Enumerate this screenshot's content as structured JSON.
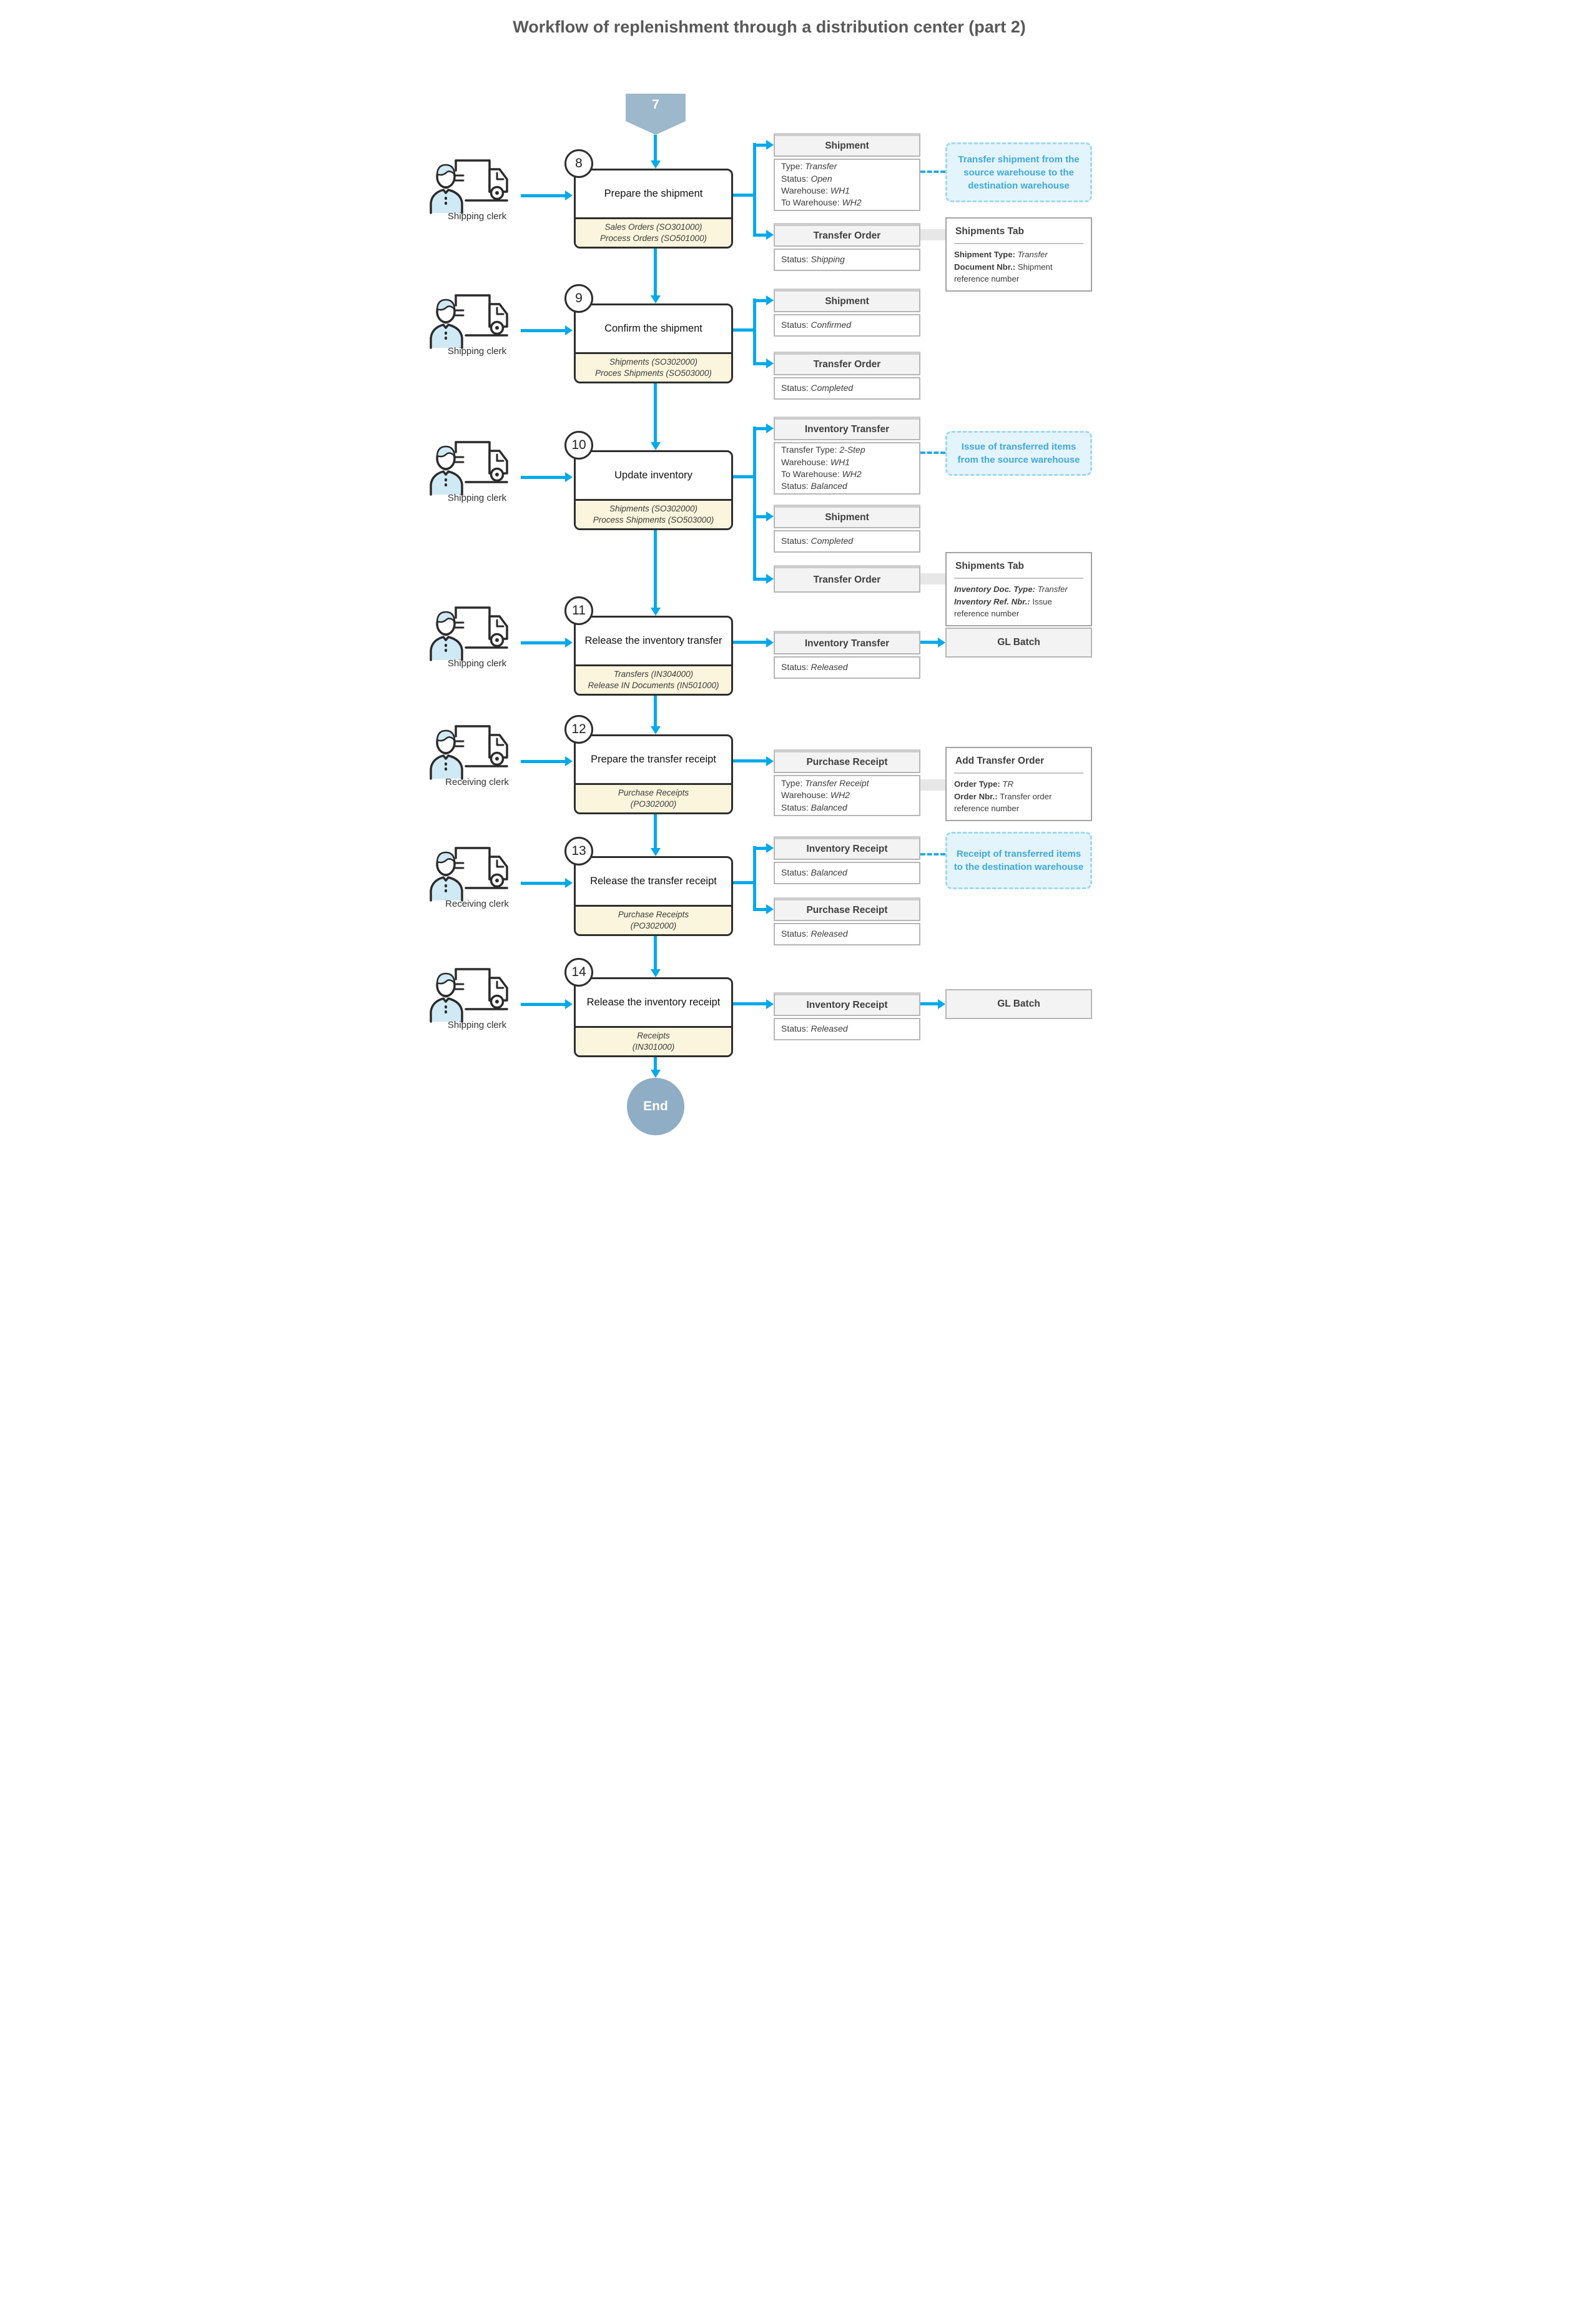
{
  "title": "Workflow of replenishment through a distribution center (part 2)",
  "flow": {
    "start_label": "7",
    "end_label": "End"
  },
  "colors": {
    "arrow": "#00a9ec",
    "dashed_connector": "#29abe2",
    "callout_text": "#3fa9dc",
    "callout_bg": "#e4f4fc",
    "start_fill": "#9cb8ca",
    "end_fill": "#8fadc4",
    "screens_bg": "#fcf5dd",
    "panel_title_bg": "#f3f3f3"
  },
  "steps": [
    {
      "number": "8",
      "actor": "Shipping clerk",
      "label": "Prepare the shipment",
      "screens": [
        "Sales Orders (SO301000)",
        "Process Orders (SO501000)"
      ]
    },
    {
      "number": "9",
      "actor": "Shipping clerk",
      "label": "Confirm the shipment",
      "screens": [
        "Shipments (SO302000)",
        "Proces Shipments (SO503000)"
      ]
    },
    {
      "number": "10",
      "actor": "Shipping clerk",
      "label": "Update inventory",
      "screens": [
        "Shipments (SO302000)",
        "Process Shipments (SO503000)"
      ]
    },
    {
      "number": "11",
      "actor": "Shipping clerk",
      "label": "Release the inventory transfer",
      "screens": [
        "Transfers (IN304000)",
        "Release IN Documents (IN501000)"
      ]
    },
    {
      "number": "12",
      "actor": "Receiving clerk",
      "label": "Prepare the transfer receipt",
      "screens": [
        "Purchase Receipts",
        "(PO302000)"
      ]
    },
    {
      "number": "13",
      "actor": "Receiving clerk",
      "label": "Release the transfer receipt",
      "screens": [
        "Purchase Receipts",
        "(PO302000)"
      ]
    },
    {
      "number": "14",
      "actor": "Shipping clerk",
      "label": "Release the inventory receipt",
      "screens": [
        "Receipts",
        "(IN301000)"
      ]
    }
  ],
  "panels": {
    "s8_shipment": {
      "title": "Shipment",
      "lines": [
        {
          "label": "Type: ",
          "value": "Transfer"
        },
        {
          "label": "Status: ",
          "value": "Open"
        },
        {
          "label": "Warehouse: ",
          "value": "WH1"
        },
        {
          "label": "To Warehouse: ",
          "value": "WH2"
        }
      ]
    },
    "s8_transfer_order": {
      "title": "Transfer Order",
      "lines": [
        {
          "label": "Status: ",
          "value": "Shipping"
        }
      ]
    },
    "s9_shipment": {
      "title": "Shipment",
      "lines": [
        {
          "label": "Status: ",
          "value": "Confirmed"
        }
      ]
    },
    "s9_transfer_order": {
      "title": "Transfer Order",
      "lines": [
        {
          "label": "Status: ",
          "value": "Completed"
        }
      ]
    },
    "s10_inventory_transfer": {
      "title": "Inventory Transfer",
      "lines": [
        {
          "label": "Transfer Type: ",
          "value": "2-Step"
        },
        {
          "label": "Warehouse: ",
          "value": "WH1"
        },
        {
          "label": "To Warehouse: ",
          "value": "WH2"
        },
        {
          "label": "Status: ",
          "value": "Balanced"
        }
      ]
    },
    "s10_shipment": {
      "title": "Shipment",
      "lines": [
        {
          "label": "Status: ",
          "value": "Completed"
        }
      ]
    },
    "s10_transfer_order": {
      "title": "Transfer Order",
      "lines": []
    },
    "s11_inventory_transfer": {
      "title": "Inventory Transfer",
      "lines": [
        {
          "label": "Status: ",
          "value": "Released"
        }
      ]
    },
    "s12_purchase_receipt": {
      "title": "Purchase Receipt",
      "lines": [
        {
          "label": "Type: ",
          "value": "Transfer Receipt"
        },
        {
          "label": "Warehouse: ",
          "value": "WH2"
        },
        {
          "label": "Status: ",
          "value": "Balanced"
        }
      ]
    },
    "s13_inventory_receipt": {
      "title": "Inventory Receipt",
      "lines": [
        {
          "label": "Status: ",
          "value": "Balanced"
        }
      ]
    },
    "s13_purchase_receipt": {
      "title": "Purchase Receipt",
      "lines": [
        {
          "label": "Status: ",
          "value": "Released"
        }
      ]
    },
    "s14_inventory_receipt": {
      "title": "Inventory Receipt",
      "lines": [
        {
          "label": "Status: ",
          "value": "Released"
        }
      ]
    }
  },
  "sideboxes": [
    {
      "title": "Shipments Tab",
      "lines": [
        {
          "label": "Shipment Type: ",
          "value": "Transfer"
        },
        {
          "label": "Document Nbr.: ",
          "value": "Shipment reference number"
        }
      ]
    },
    {
      "title": "Shipments Tab",
      "lines": [
        {
          "label": "Inventory Doc. Type: ",
          "value": "Transfer"
        },
        {
          "label": "Inventory Ref. Nbr.: ",
          "value": "Issue reference number"
        }
      ]
    },
    {
      "title": "Add Transfer Order",
      "lines": [
        {
          "label": "Order Type: ",
          "value": "TR"
        },
        {
          "label": "Order Nbr.: ",
          "value": "Transfer order reference number"
        }
      ]
    }
  ],
  "callouts": [
    "Transfer shipment from the source warehouse to the destination warehouse",
    "Issue of transferred items from the source warehouse",
    "Receipt of transferred items to the destination warehouse"
  ],
  "gl_batch_label": "GL Batch"
}
